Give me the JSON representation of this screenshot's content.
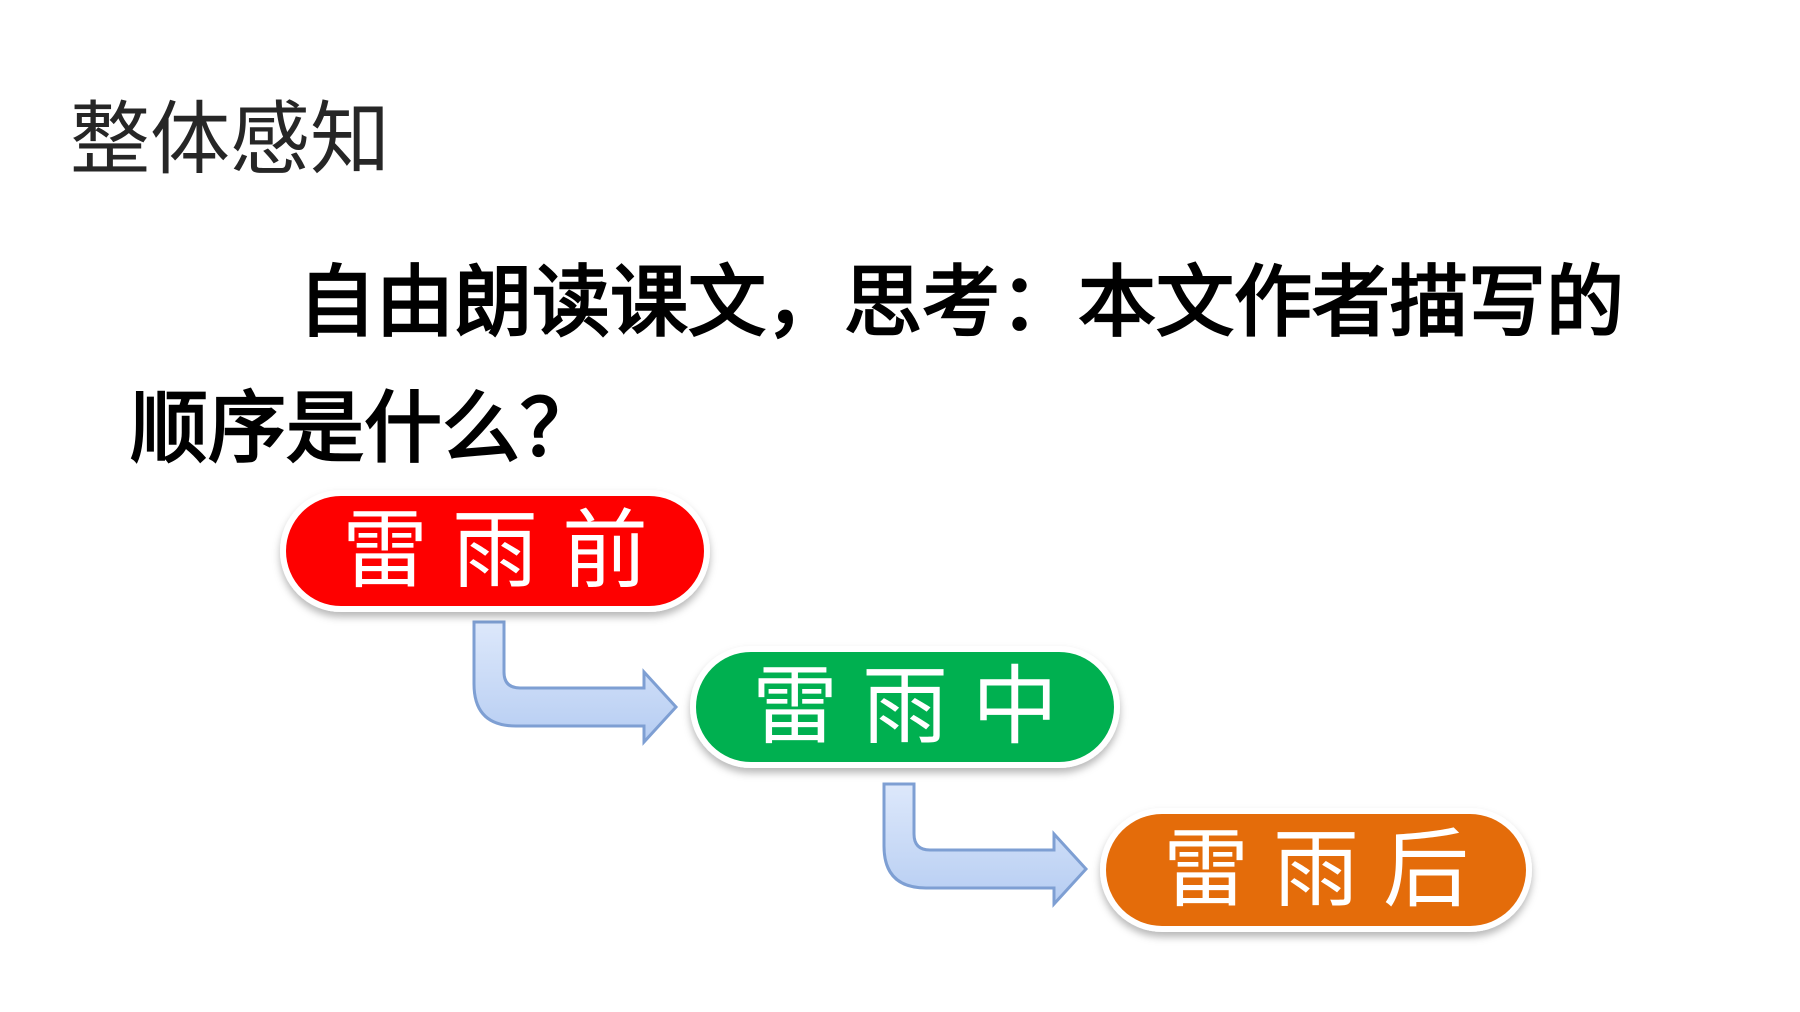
{
  "slide": {
    "heading": "整体感知",
    "question": "自由朗读课文，思考：本文作者描写的顺序是什么？"
  },
  "diagram": {
    "steps": [
      {
        "label": "雷雨前",
        "color": "#fe0000"
      },
      {
        "label": "雷雨中",
        "color": "#00b050"
      },
      {
        "label": "雷雨后",
        "color": "#e46c0a"
      }
    ],
    "connector_color": "#c6d9f6",
    "connector_stroke": "#7e9fd3"
  }
}
